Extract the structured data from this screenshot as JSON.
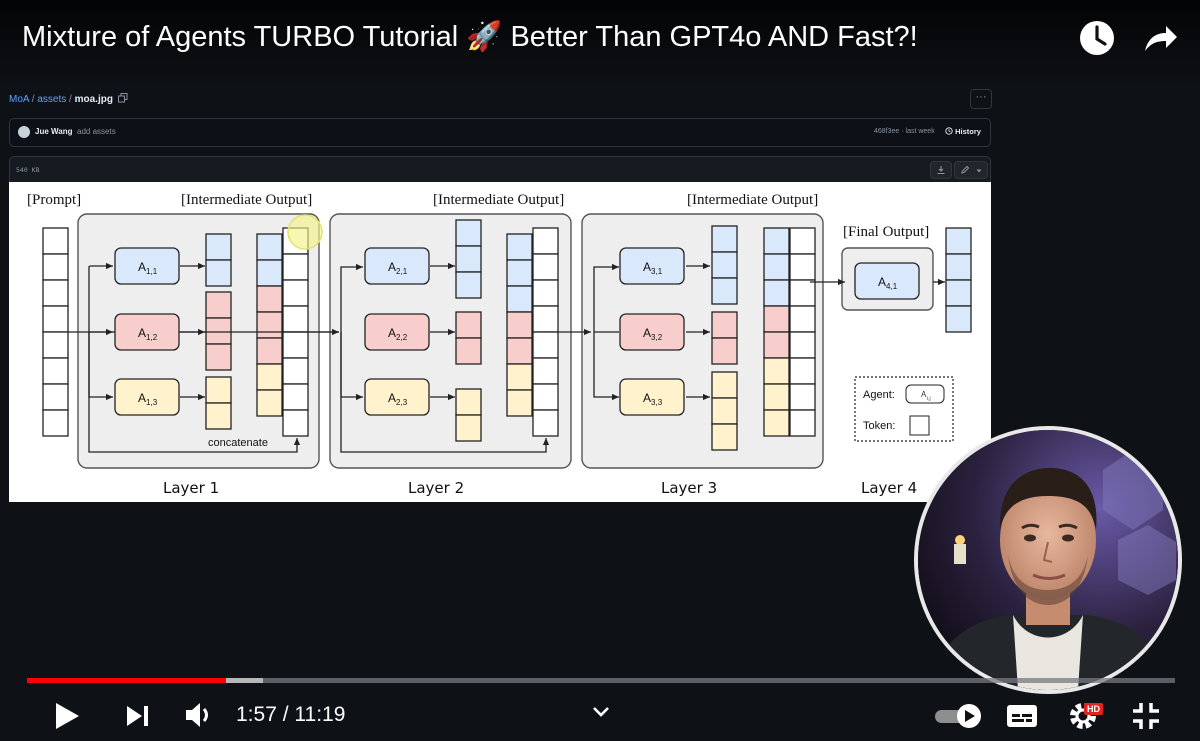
{
  "video": {
    "title": "Mixture of Agents TURBO Tutorial 🚀 Better Than GPT4o AND Fast?!",
    "watch_later_icon": "clock-icon",
    "share_icon": "share-arrow-icon"
  },
  "github": {
    "breadcrumb": {
      "repo": "MoA",
      "sep1": " / ",
      "folder": "assets",
      "sep2": " / ",
      "file": "moa.jpg"
    },
    "more_label": "···",
    "commit": {
      "author": "Jue Wang",
      "message": "add assets",
      "hash_time": "468f3ee · last week",
      "history_label": "History"
    },
    "file_size": "540 KB"
  },
  "diagram": {
    "prompt_label": "[Prompt]",
    "intermediate_label": "[Intermediate Output]",
    "final_label": "[Final Output]",
    "concatenate_label": "concatenate",
    "layers": [
      "Layer 1",
      "Layer 2",
      "Layer 3",
      "Layer 4"
    ],
    "agents": {
      "a11": "A",
      "a11s": "1,1",
      "a12": "A",
      "a12s": "1,2",
      "a13": "A",
      "a13s": "1,3",
      "a21": "A",
      "a21s": "2,1",
      "a22": "A",
      "a22s": "2,2",
      "a23": "A",
      "a23s": "2,3",
      "a31": "A",
      "a31s": "3,1",
      "a32": "A",
      "a32s": "3,2",
      "a33": "A",
      "a33s": "3,3",
      "a41": "A",
      "a41s": "4,1"
    },
    "legend": {
      "agent_label": "Agent:",
      "agent_symbol": "A",
      "agent_sub": "i,j",
      "token_label": "Token:"
    },
    "colors": {
      "blue": "#dae8fc",
      "red": "#f8cecc",
      "yellow": "#fff2cc",
      "box": "#eeeeee"
    }
  },
  "player": {
    "current_time": "1:57",
    "separator": " / ",
    "duration": "11:19",
    "progress_played": 0.173,
    "progress_buffered": 0.206,
    "hd_badge": "HD",
    "colors": {
      "played": "#ff0000",
      "track": "#777a80"
    }
  }
}
